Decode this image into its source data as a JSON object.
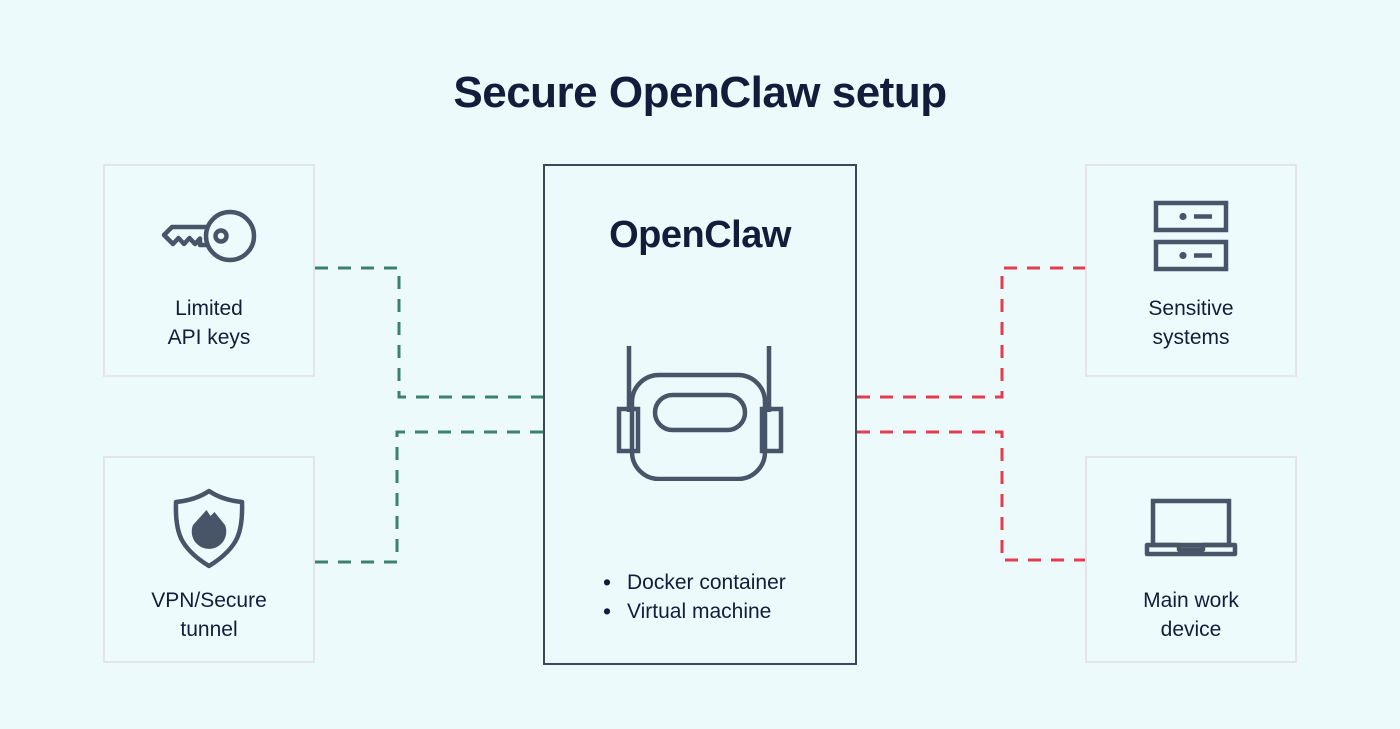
{
  "diagram": {
    "title": "Secure OpenClaw setup",
    "center": {
      "title": "OpenClaw",
      "bullets": [
        "Docker container",
        "Virtual machine"
      ]
    },
    "nodes": {
      "api_keys": {
        "line1": "Limited",
        "line2": "API keys",
        "icon": "key-icon"
      },
      "vpn": {
        "line1": "VPN/Secure",
        "line2": "tunnel",
        "icon": "shield-icon"
      },
      "sensitive": {
        "line1": "Sensitive",
        "line2": "systems",
        "icon": "server-icon"
      },
      "device": {
        "line1": "Main work",
        "line2": "device",
        "icon": "laptop-icon"
      }
    },
    "connections": [
      {
        "from": "limited-api-keys",
        "to": "openclaw",
        "style": "dashed",
        "color": "#3A8170"
      },
      {
        "from": "vpn-secure-tunnel",
        "to": "openclaw",
        "style": "dashed",
        "color": "#3A8170"
      },
      {
        "from": "openclaw",
        "to": "sensitive-systems",
        "style": "dashed",
        "color": "#E23C4D"
      },
      {
        "from": "openclaw",
        "to": "main-work-device",
        "style": "dashed",
        "color": "#E23C4D"
      }
    ],
    "colors": {
      "background": "#ECFAFC",
      "text": "#131D3B",
      "icon_stroke": "#485468",
      "center_border": "#3C4859",
      "node_border": "#E2E6EA",
      "safe_connection": "#3A8170",
      "risk_connection": "#E23C4D"
    }
  }
}
